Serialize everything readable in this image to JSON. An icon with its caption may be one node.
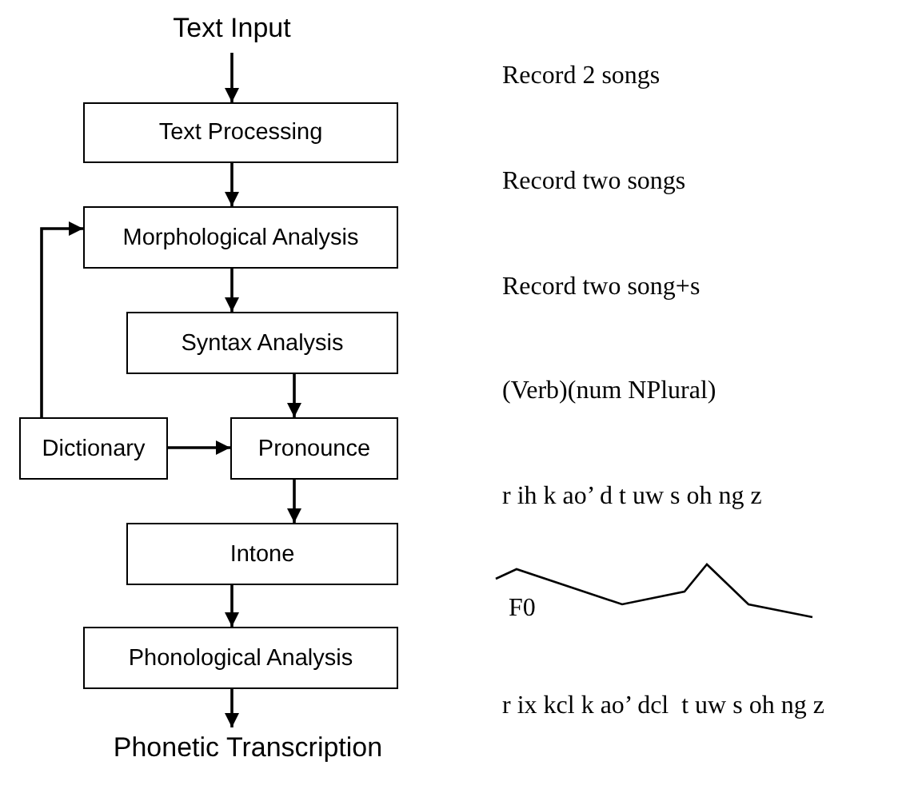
{
  "diagram": {
    "nodes": [
      {
        "text": [
          "Text Input"
        ]
      },
      {
        "text": [
          "Text Processing"
        ]
      },
      {
        "text": [
          "Morphological Analysis"
        ]
      },
      {
        "text": [
          "Syntax Analysis"
        ]
      },
      {
        "text": [
          "Dictionary"
        ]
      },
      {
        "text": [
          "Pronounce"
        ]
      },
      {
        "text": [
          "Intone"
        ]
      },
      {
        "text": [
          "Phonological Analysis"
        ]
      },
      {
        "text": [
          "Phonetic Transcription"
        ]
      }
    ],
    "edges": [
      {
        "from": 0,
        "to": 1,
        "arrow": "to"
      },
      {
        "from": 1,
        "to": 2,
        "arrow": "to"
      },
      {
        "from": 2,
        "to": 3,
        "arrow": "to"
      },
      {
        "from": 3,
        "to": 5,
        "arrow": "to"
      },
      {
        "from": 4,
        "to": 5,
        "arrow": "to"
      },
      {
        "from": 4,
        "to": 2,
        "arrow": "to"
      },
      {
        "from": 5,
        "to": 6,
        "arrow": "to"
      },
      {
        "from": 6,
        "to": 7,
        "arrow": "to"
      },
      {
        "from": 7,
        "to": 8,
        "arrow": "to"
      }
    ],
    "labels": [
      "Record 2 songs",
      "Record two songs",
      "Record two song+s",
      "(Verb)(num NPlural)",
      "r ih k ao’ d t uw s oh ng z",
      "F0",
      "r ix kcl k ao’ dcl  t uw s oh ng z"
    ]
  }
}
